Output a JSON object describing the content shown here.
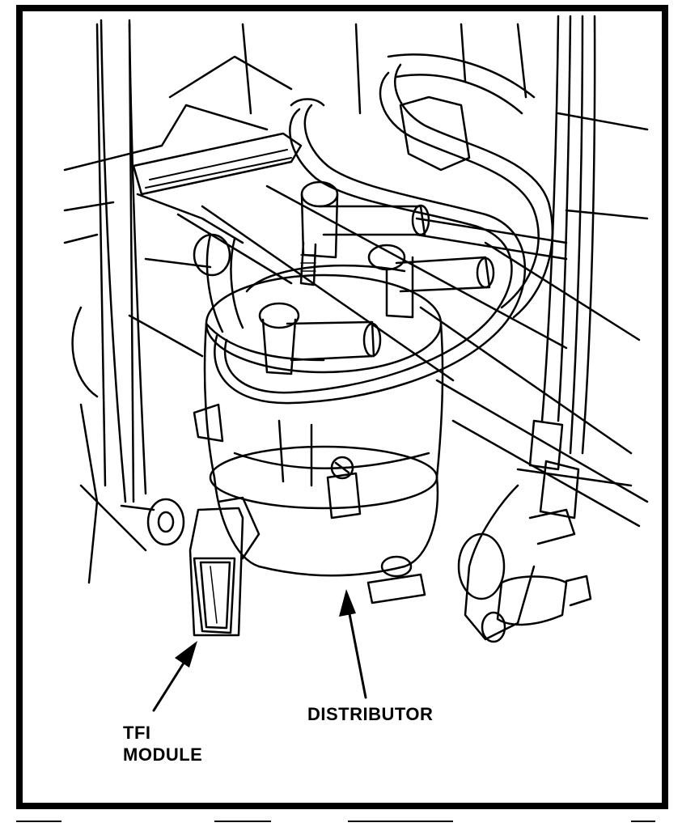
{
  "labels": {
    "distributor": "DISTRIBUTOR",
    "tfi_line1": "TFI",
    "tfi_line2": "MODULE"
  },
  "colors": {
    "ink": "#000000",
    "paper": "#ffffff"
  }
}
